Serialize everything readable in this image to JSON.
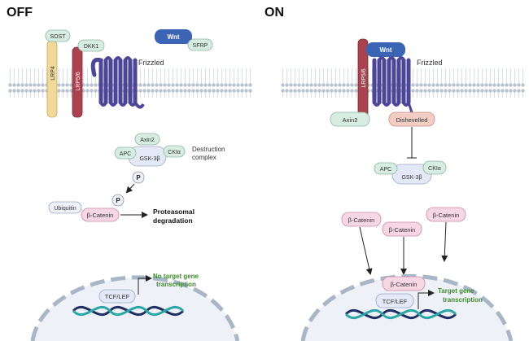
{
  "off": {
    "title": "OFF",
    "sost": "SOST",
    "dkk1": "DKK1",
    "lrp4": "LRP4",
    "lrp56": "LRP5/6",
    "wnt": "Wnt",
    "sfrp": "SFRP",
    "frizzled": "Frizzled",
    "axin2": "Axin2",
    "apc": "APC",
    "gsk3b": "GSK-3β",
    "ck1a": "CKIα",
    "destruction_line1": "Destruction",
    "destruction_line2": "complex",
    "p1": "P",
    "p2": "P",
    "ubiquitin": "Ubiquitin",
    "bcatenin": "β-Catenin",
    "proteasomal_line1": "Proteasomal",
    "proteasomal_line2": "degradation",
    "tcf": "TCF/LEF",
    "no_target_line1": "No target gene",
    "no_target_line2": "transcription"
  },
  "on": {
    "title": "ON",
    "wnt": "Wnt",
    "lrp56": "LRP5/6",
    "frizzled": "Frizzled",
    "axin2": "Axin2",
    "dishevelled": "Dishevelled",
    "apc": "APC",
    "gsk3b": "GSK-3β",
    "ck1a": "CKIα",
    "bcatenin1": "β-Catenin",
    "bcatenin2": "β-Catenin",
    "bcatenin3": "β-Catenin",
    "bcatenin_nuc": "β-Catenin",
    "tcf": "TCF/LEF",
    "target_line1": "Target gene",
    "target_line2": "transcription"
  },
  "colors": {
    "membrane_head": "#b9c3cf",
    "frizzled": "#4d4596",
    "lrp56": "#a8434f",
    "lrp4": "#f1d99a",
    "green_protein": "#d7ede2",
    "blue_protein": "#e4e9f7",
    "pink_protein": "#f7d7e4",
    "dishevelled": "#f3cdc4",
    "wnt": "#3c64b4",
    "dna_dark": "#1e2f63",
    "dna_teal": "#2aa6a6",
    "green_text": "#3f8a2c",
    "nucleus_dash": "#a9b6c6"
  }
}
